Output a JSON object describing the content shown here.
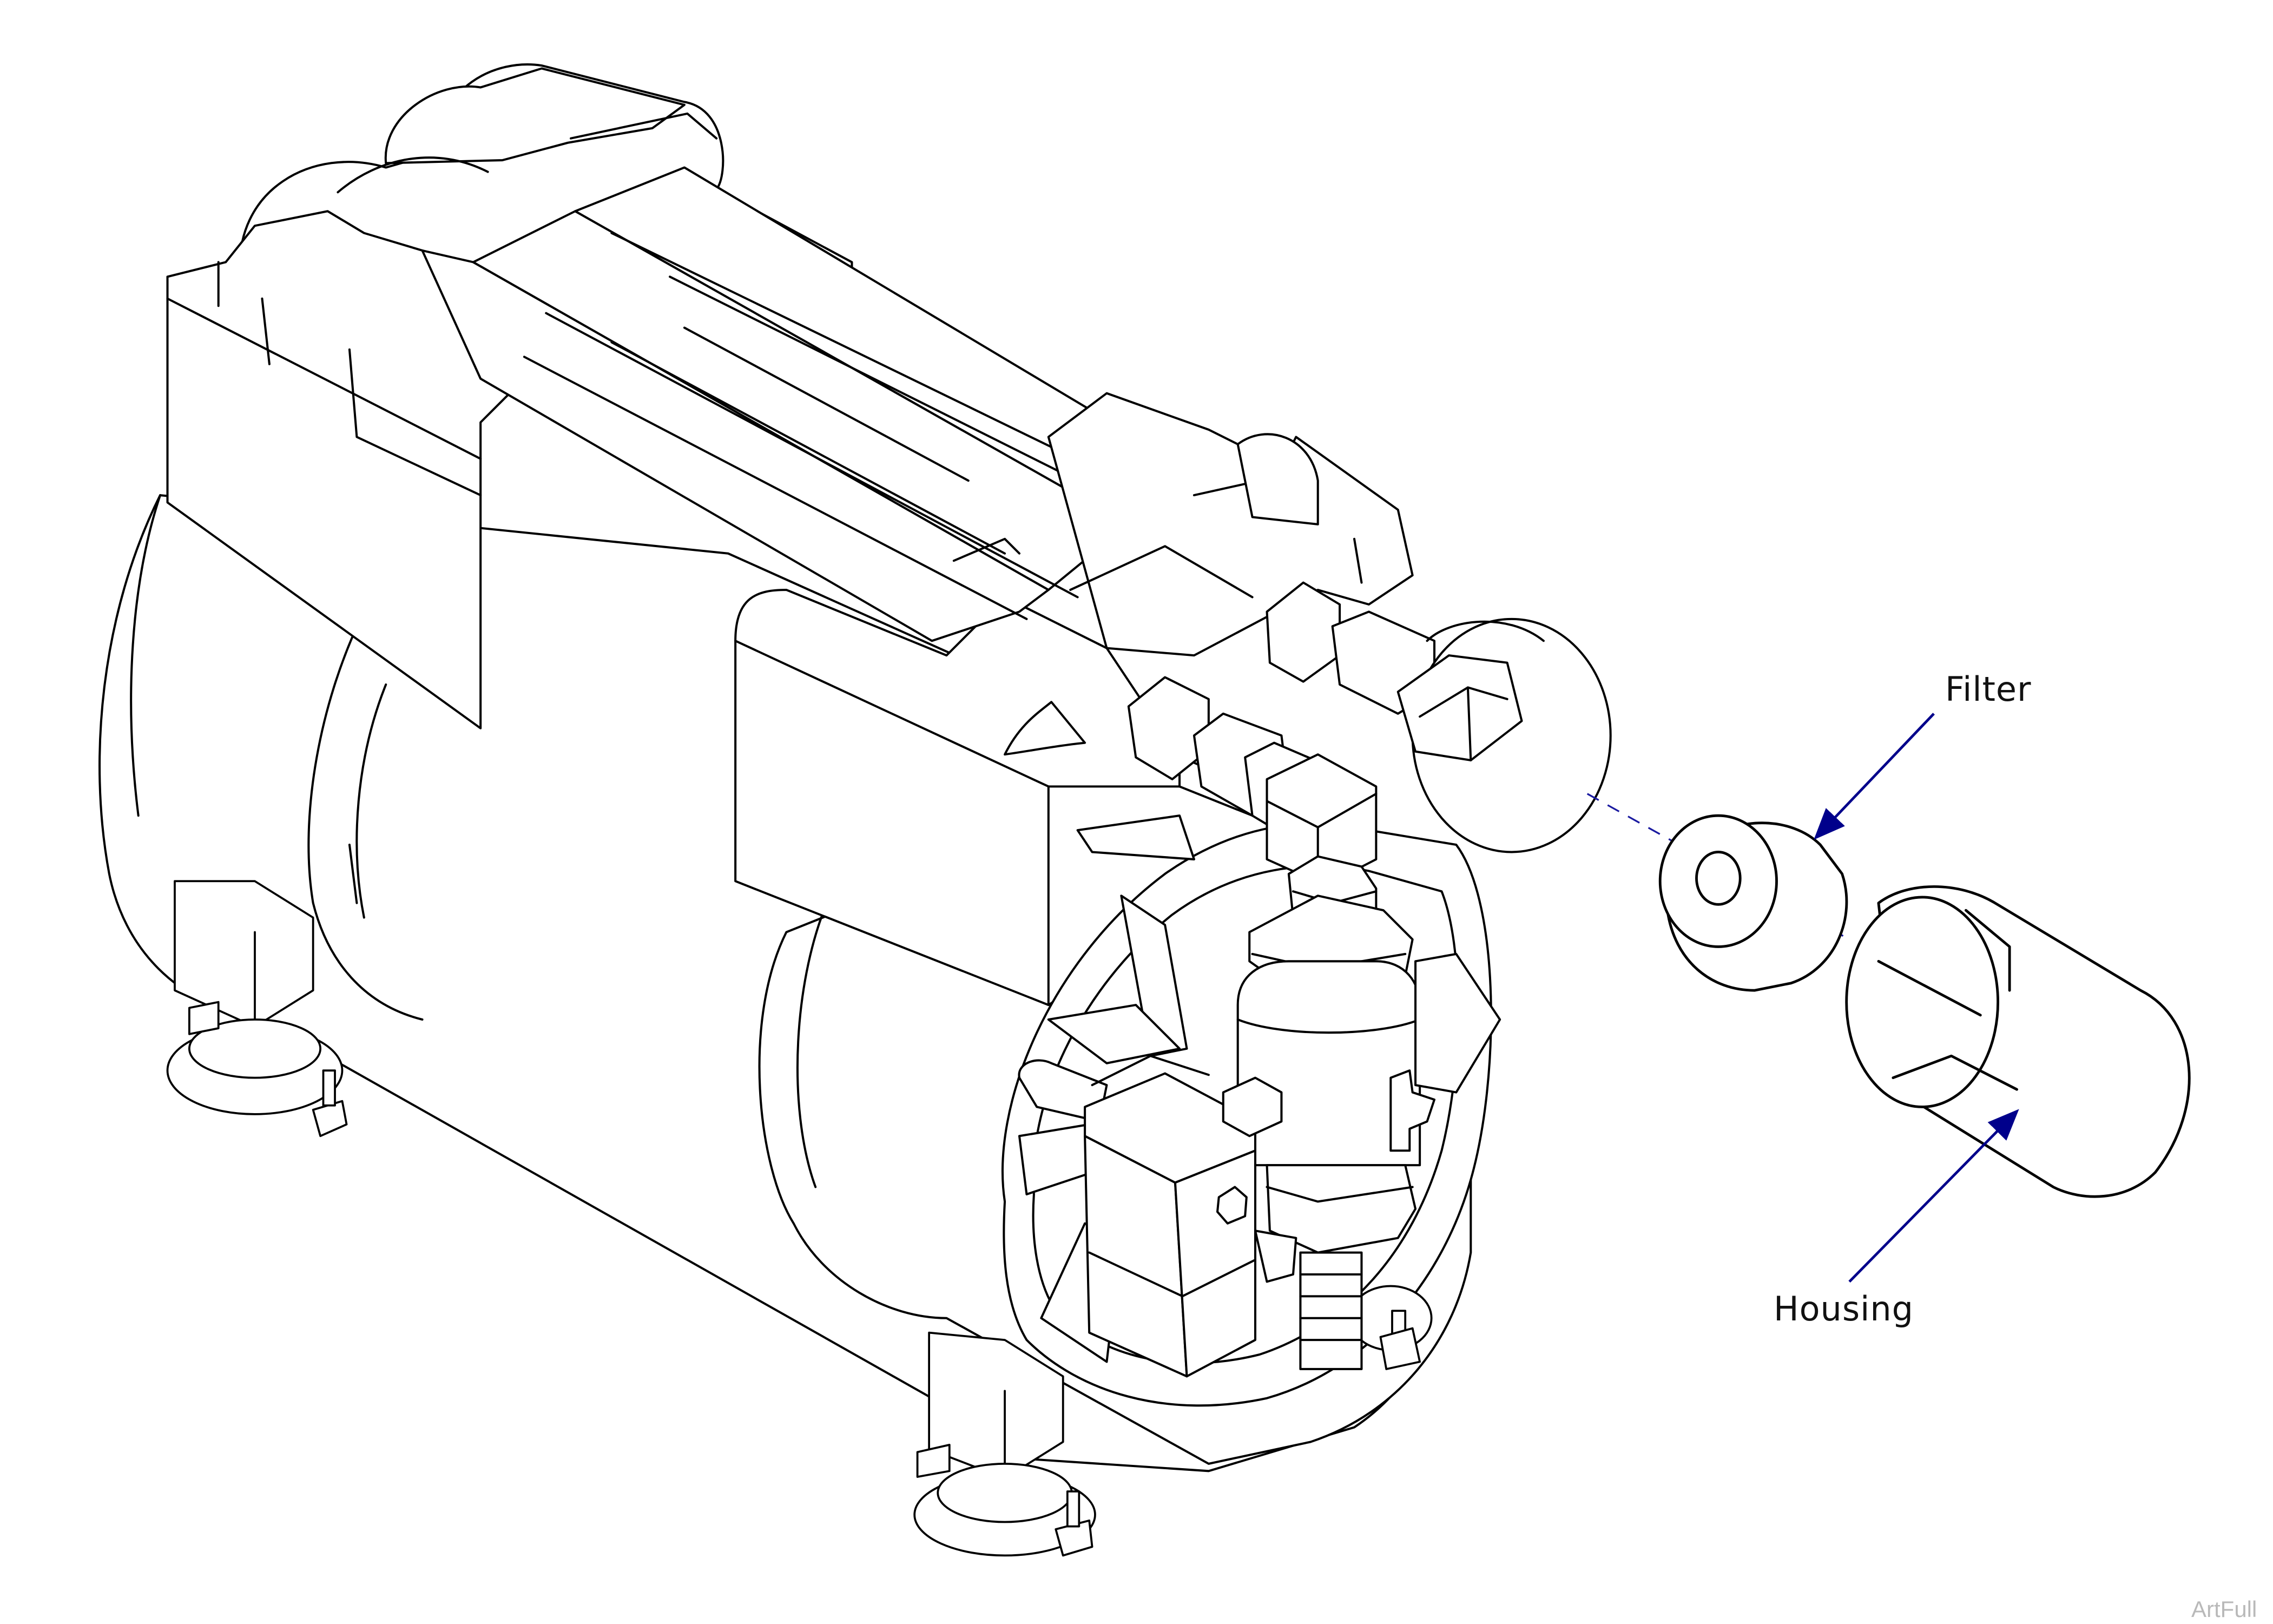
{
  "labels": {
    "filter": "Filter",
    "housing": "Housing"
  },
  "watermark": "ArtFull",
  "colors": {
    "line": "#000000",
    "callout_arrow": "#00008b",
    "centerline": "#1a1aa0",
    "watermark": "#b9b9b9"
  }
}
